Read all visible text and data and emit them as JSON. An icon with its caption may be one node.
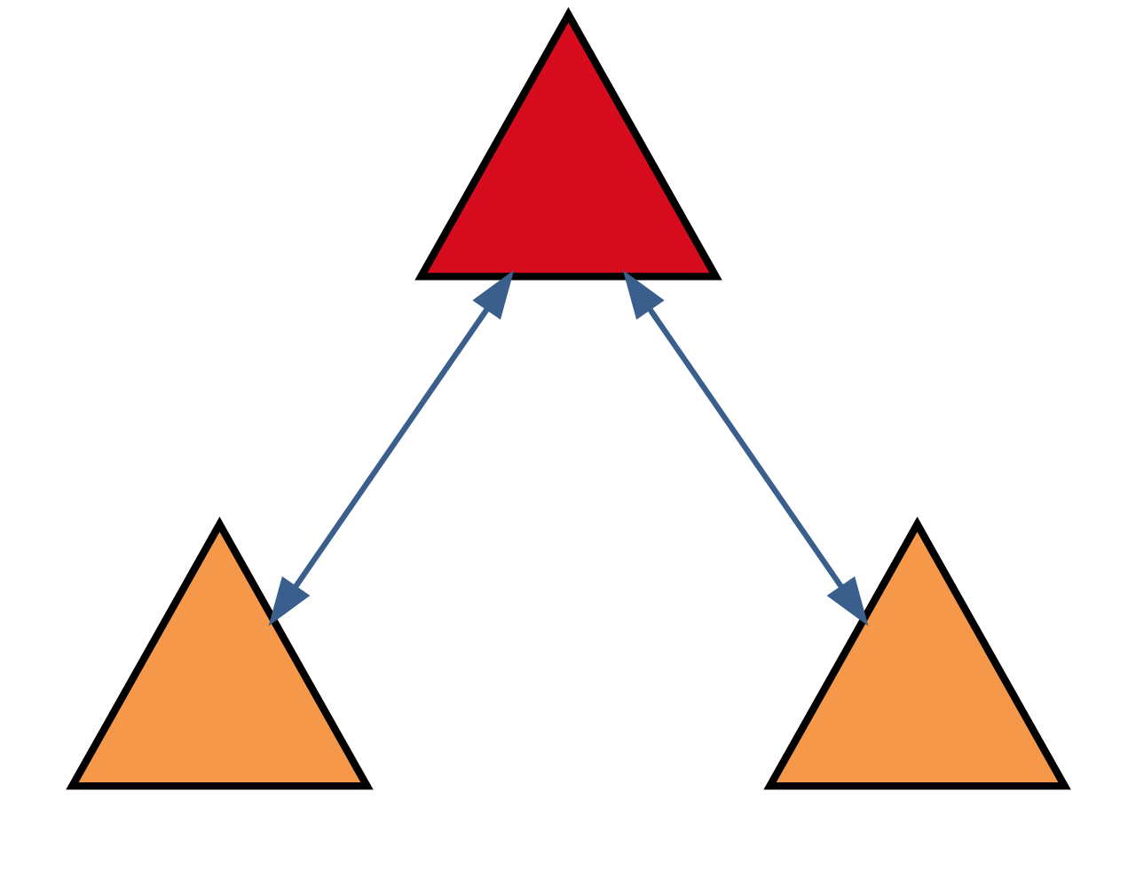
{
  "diagram": {
    "nodes": [
      {
        "text": [],
        "shape": "triangle"
      },
      {
        "text": [],
        "shape": "triangle"
      },
      {
        "text": [],
        "shape": "triangle"
      }
    ],
    "edges": [
      {
        "from": 0,
        "to": 1,
        "arrow": "both"
      },
      {
        "from": 0,
        "to": 2,
        "arrow": "both"
      }
    ]
  }
}
